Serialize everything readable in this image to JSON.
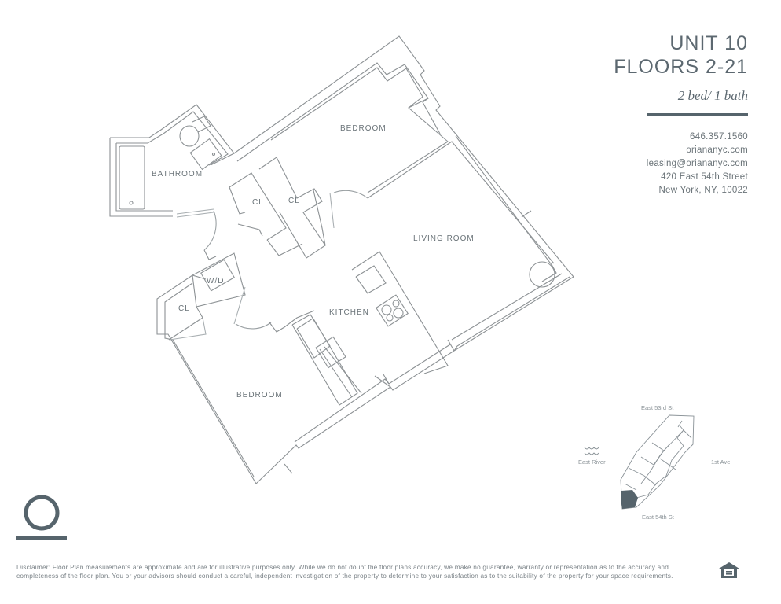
{
  "header": {
    "unit": "UNIT 10",
    "floors": "FLOORS 2-21",
    "layout": "2 bed/ 1 bath"
  },
  "contact": {
    "phone": "646.357.1560",
    "website": "oriananyc.com",
    "email": "leasing@oriananyc.com",
    "street": "420 East 54th Street",
    "city": "New York, NY, 10022"
  },
  "rooms": {
    "bedroom_top": "BEDROOM",
    "bathroom": "BATHROOM",
    "closet_1": "CL",
    "closet_2": "CL",
    "living_room": "LIVING ROOM",
    "washer_dryer": "W/D",
    "closet_3": "CL",
    "kitchen": "KITCHEN",
    "bedroom_bottom": "BEDROOM"
  },
  "key_plan": {
    "north_street": "East 53rd St",
    "south_street": "East 54th St",
    "west_label": "East River",
    "east_label": "1st Ave",
    "highlight_color": "#56646c"
  },
  "disclaimer": "Disclaimer:  Floor Plan measurements are approximate and are for illustrative purposes only. While we do not doubt the floor plans accuracy, we make no guarantee, warranty or representation as to the accuracy and completeness of the floor plan. You or your advisors should conduct a careful, independent investigation of the property to determine to your satisfaction as to the suitability of the property for your space requirements.",
  "icons": {
    "logo": "oriana-logo-circle",
    "equal_housing": "equal-housing-opportunity-icon",
    "water": "water-waves-icon"
  },
  "colors": {
    "line": "#8c9194",
    "text": "#5c6870",
    "accent": "#56646c"
  }
}
